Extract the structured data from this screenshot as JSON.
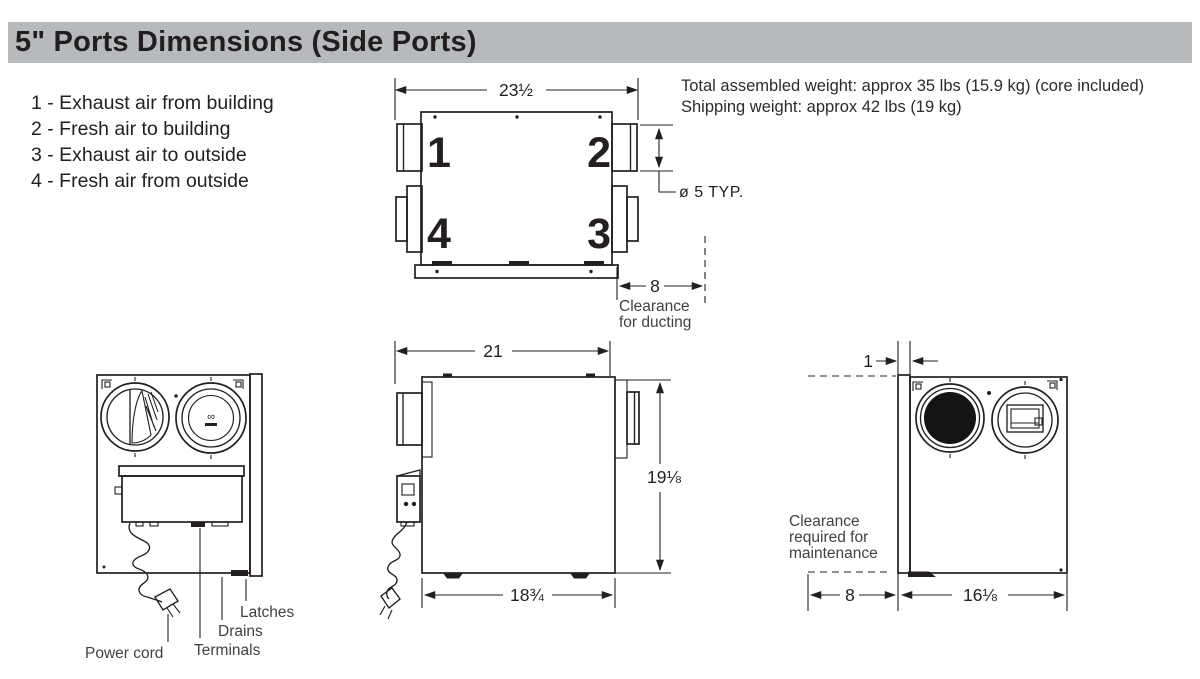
{
  "header": {
    "title": "5\" Ports Dimensions (Side Ports)"
  },
  "legend": {
    "items": [
      "1 - Exhaust air from building",
      "2 - Fresh air to building",
      "3 - Exhaust air to outside",
      "4 - Fresh air from outside"
    ]
  },
  "weights": {
    "assembled": "Total assembled weight: approx 35 lbs (15.9 kg) (core included)",
    "shipping": "Shipping weight: approx 42 lbs (19 kg)"
  },
  "front_view": {
    "width_dim": "23½",
    "ports": {
      "top_left": "1",
      "top_right": "2",
      "bottom_right": "3",
      "bottom_left": "4"
    },
    "port_diameter": "ø 5 TYP.",
    "duct_clearance": {
      "dim": "8",
      "label_line1": "Clearance",
      "label_line2": "for ducting"
    }
  },
  "left_view": {
    "hub_mark": "∞",
    "labels": {
      "power_cord": "Power cord",
      "terminals": "Terminals",
      "drains": "Drains",
      "latches": "Latches"
    }
  },
  "center_view": {
    "top_dim": "21",
    "height_dim": "19⅛",
    "bottom_dim": "18¾"
  },
  "right_view": {
    "door_gap_dim": "1",
    "maintenance_clearance": {
      "line1": "Clearance",
      "line2": "required for",
      "line3": "maintenance",
      "dim": "8"
    },
    "width_dim": "16⅛"
  }
}
